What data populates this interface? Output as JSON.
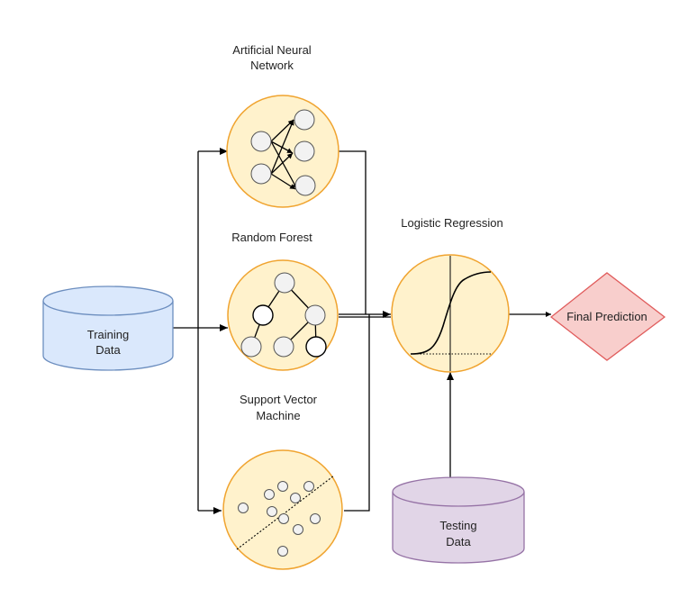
{
  "nodes": {
    "training": {
      "line1": "Training",
      "line2": "Data",
      "fill": "#dae8fc",
      "stroke": "#6c8ebf"
    },
    "testing": {
      "line1": "Testing",
      "line2": "Data",
      "fill": "#e1d5e7",
      "stroke": "#9673a6"
    },
    "ann": {
      "title1": "Artificial Neural",
      "title2": "Network",
      "fill": "#fff2cc",
      "stroke": "#f0a430"
    },
    "rf": {
      "title": "Random Forest",
      "fill": "#fff2cc",
      "stroke": "#f0a430"
    },
    "svm": {
      "title1": "Support  Vector",
      "title2": "Machine",
      "fill": "#fff2cc",
      "stroke": "#f0a430"
    },
    "lr": {
      "title": "Logistic Regression",
      "fill": "#fff2cc",
      "stroke": "#f0a430"
    },
    "final": {
      "label": "Final Prediction",
      "fill": "#f8cecc",
      "stroke": "#e05c5c"
    }
  },
  "icons": {
    "neuron": "white-circle",
    "tree_node": "white-circle",
    "data_point": "white-circle",
    "cylinder": "database-cylinder",
    "diamond": "decision-diamond"
  }
}
